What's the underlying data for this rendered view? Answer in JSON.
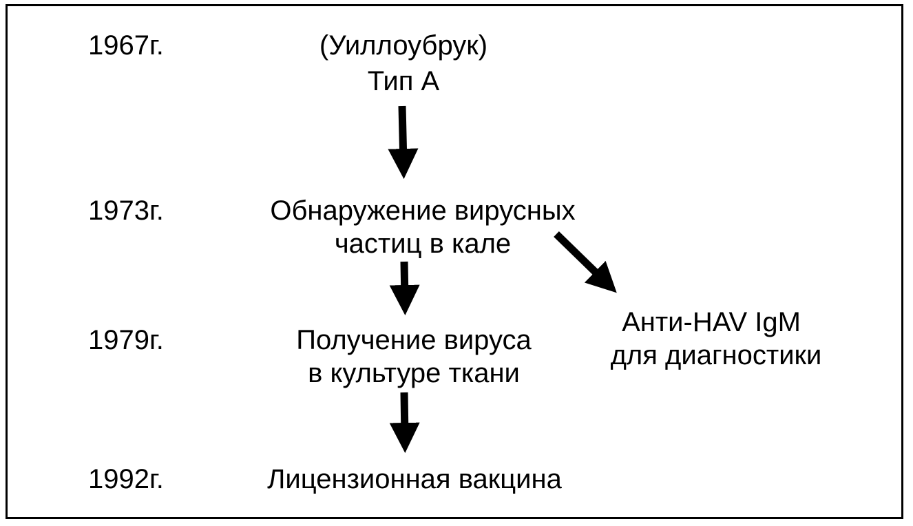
{
  "timeline": [
    {
      "year": "1967г.",
      "event_lines": [
        "(Уиллоубрук)",
        "Тип А"
      ]
    },
    {
      "year": "1973г.",
      "event_lines": [
        "Обнаружение вирусных",
        "частиц в кале"
      ]
    },
    {
      "year": "1979г.",
      "event_lines": [
        "Получение вируса",
        "в культуре ткани"
      ]
    },
    {
      "year": "1992г.",
      "event_lines": [
        "Лицензионная вакцина"
      ]
    }
  ],
  "side_branch": {
    "lines": [
      "Анти-HAV IgM",
      "для диагностики"
    ]
  }
}
